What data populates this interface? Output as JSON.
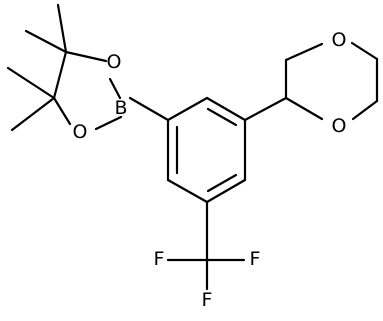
{
  "atoms": {
    "boron": "B",
    "boronate_oxygen_upper": "O",
    "boronate_oxygen_lower": "O",
    "dioxane_oxygen_top": "O",
    "dioxane_oxygen_bottom": "O",
    "fluorine_left": "F",
    "fluorine_right": "F",
    "fluorine_bottom": "F"
  }
}
